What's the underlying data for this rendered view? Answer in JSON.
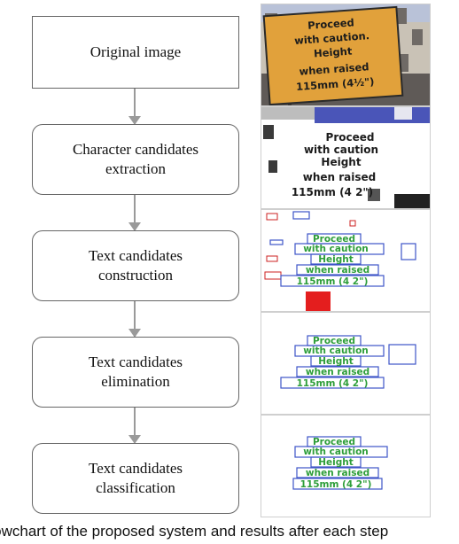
{
  "flowchart": {
    "steps": [
      {
        "label": "Original image"
      },
      {
        "label": "Character candidates\nextraction"
      },
      {
        "label": "Text candidates\nconstruction"
      },
      {
        "label": "Text candidates\nelimination"
      },
      {
        "label": "Text candidates\nclassification"
      }
    ]
  },
  "sign": {
    "lines": [
      "Proceed",
      "with caution.",
      "Height",
      "when raised",
      "115mm (4½\")"
    ],
    "binarized_lines": [
      "Proceed",
      "with caution",
      "Height",
      "when raised",
      "115mm (4 2\")"
    ]
  },
  "caption": "Flowchart of the proposed system and results after each step"
}
